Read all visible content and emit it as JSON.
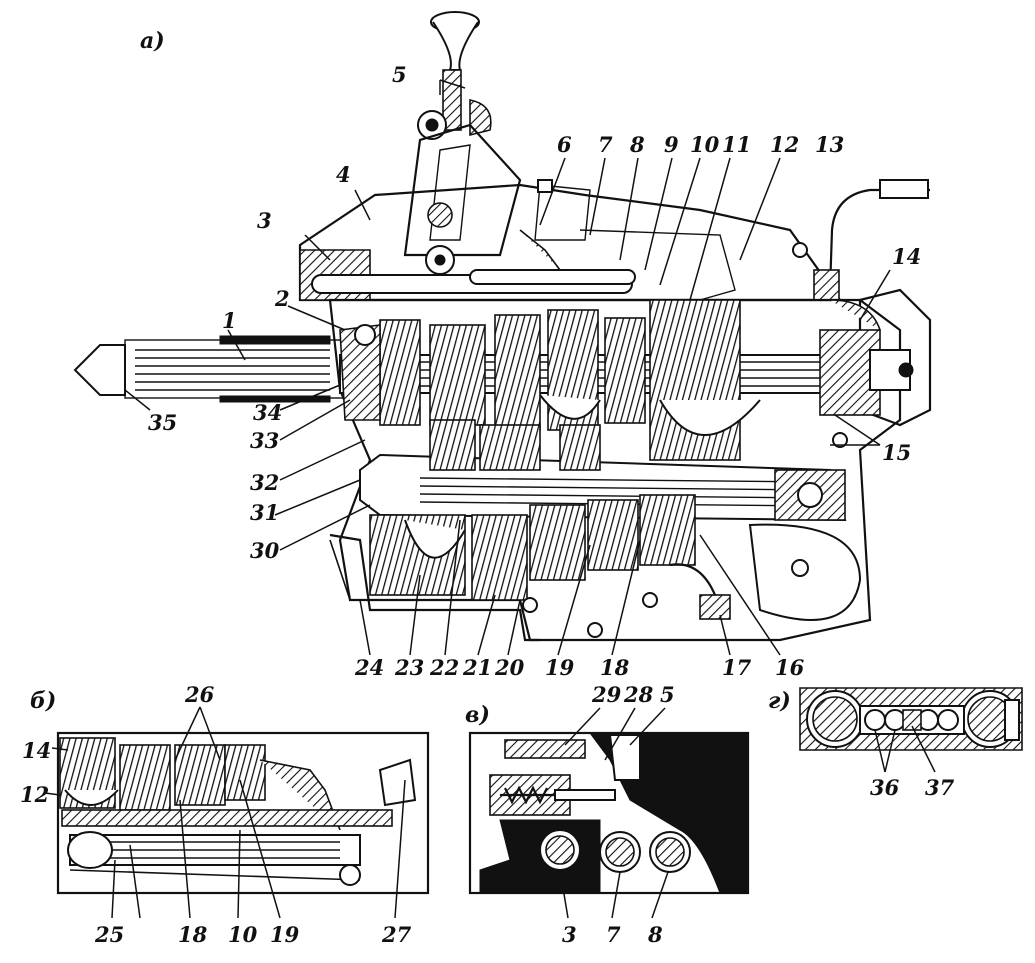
{
  "views": {
    "a": "a)",
    "b": "б)",
    "v": "в)",
    "g": "г)"
  },
  "callouts_main": [
    "1",
    "2",
    "3",
    "4",
    "5",
    "6",
    "7",
    "8",
    "9",
    "10",
    "11",
    "12",
    "13",
    "14",
    "15",
    "16",
    "17",
    "18",
    "19",
    "20",
    "21",
    "22",
    "23",
    "24",
    "30",
    "31",
    "32",
    "33",
    "34",
    "35"
  ],
  "callouts_b": [
    "26",
    "14",
    "12",
    "25",
    "18",
    "10",
    "19",
    "27"
  ],
  "callouts_v": [
    "29",
    "28",
    "5",
    "3",
    "7",
    "8"
  ],
  "callouts_g": [
    "36",
    "37"
  ]
}
